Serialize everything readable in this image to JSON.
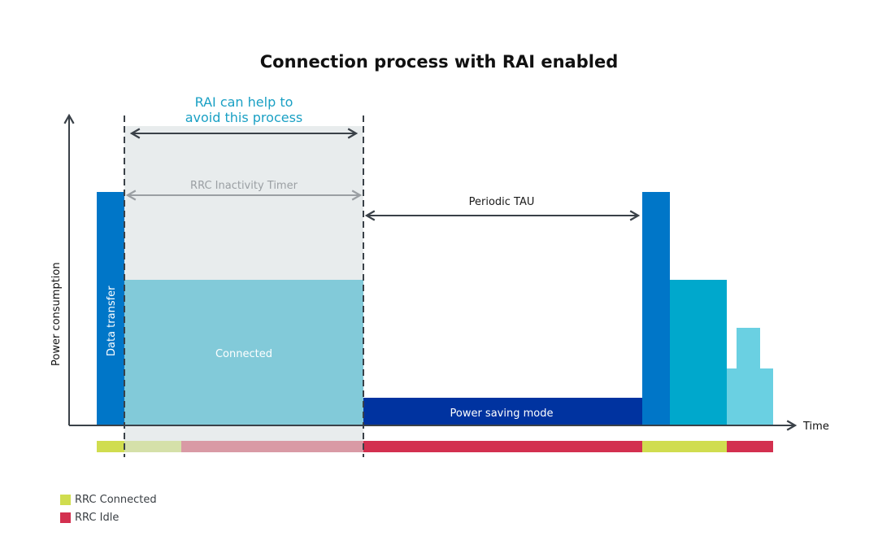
{
  "title": "Connection process with RAI enabled",
  "annotations": {
    "rai_note_line1": "RAI can help to",
    "rai_note_line2": "avoid this process",
    "rrc_inactivity_timer": "RRC Inactivity Timer",
    "periodic_tau": "Periodic TAU"
  },
  "axes": {
    "ylabel": "Power consumption",
    "xlabel": "Time"
  },
  "blocks": {
    "data_transfer": "Data transfer",
    "connected": "Connected",
    "power_saving_mode": "Power saving mode"
  },
  "colors": {
    "data_transfer": "#0076c8",
    "connected": "#82cad9",
    "highlight_region": "#e8eced",
    "power_saving": "#0033a0",
    "second_peak": "#0076c8",
    "second_step": "#00a8cc",
    "third_step": "#6ad0e2",
    "rrc_connected": "#d0dd4f",
    "rrc_idle": "#d3304f",
    "rrc_connected_faded": "#d5e0a9",
    "rrc_idle_faded": "#d99aa5",
    "rai_note": "#1aa0c4",
    "arrow": "#3a4148",
    "timer_arrow": "#9a9fa3"
  },
  "legend": [
    {
      "label": "RRC Connected",
      "color": "#d0dd4f"
    },
    {
      "label": "RRC Idle",
      "color": "#d3304f"
    }
  ]
}
